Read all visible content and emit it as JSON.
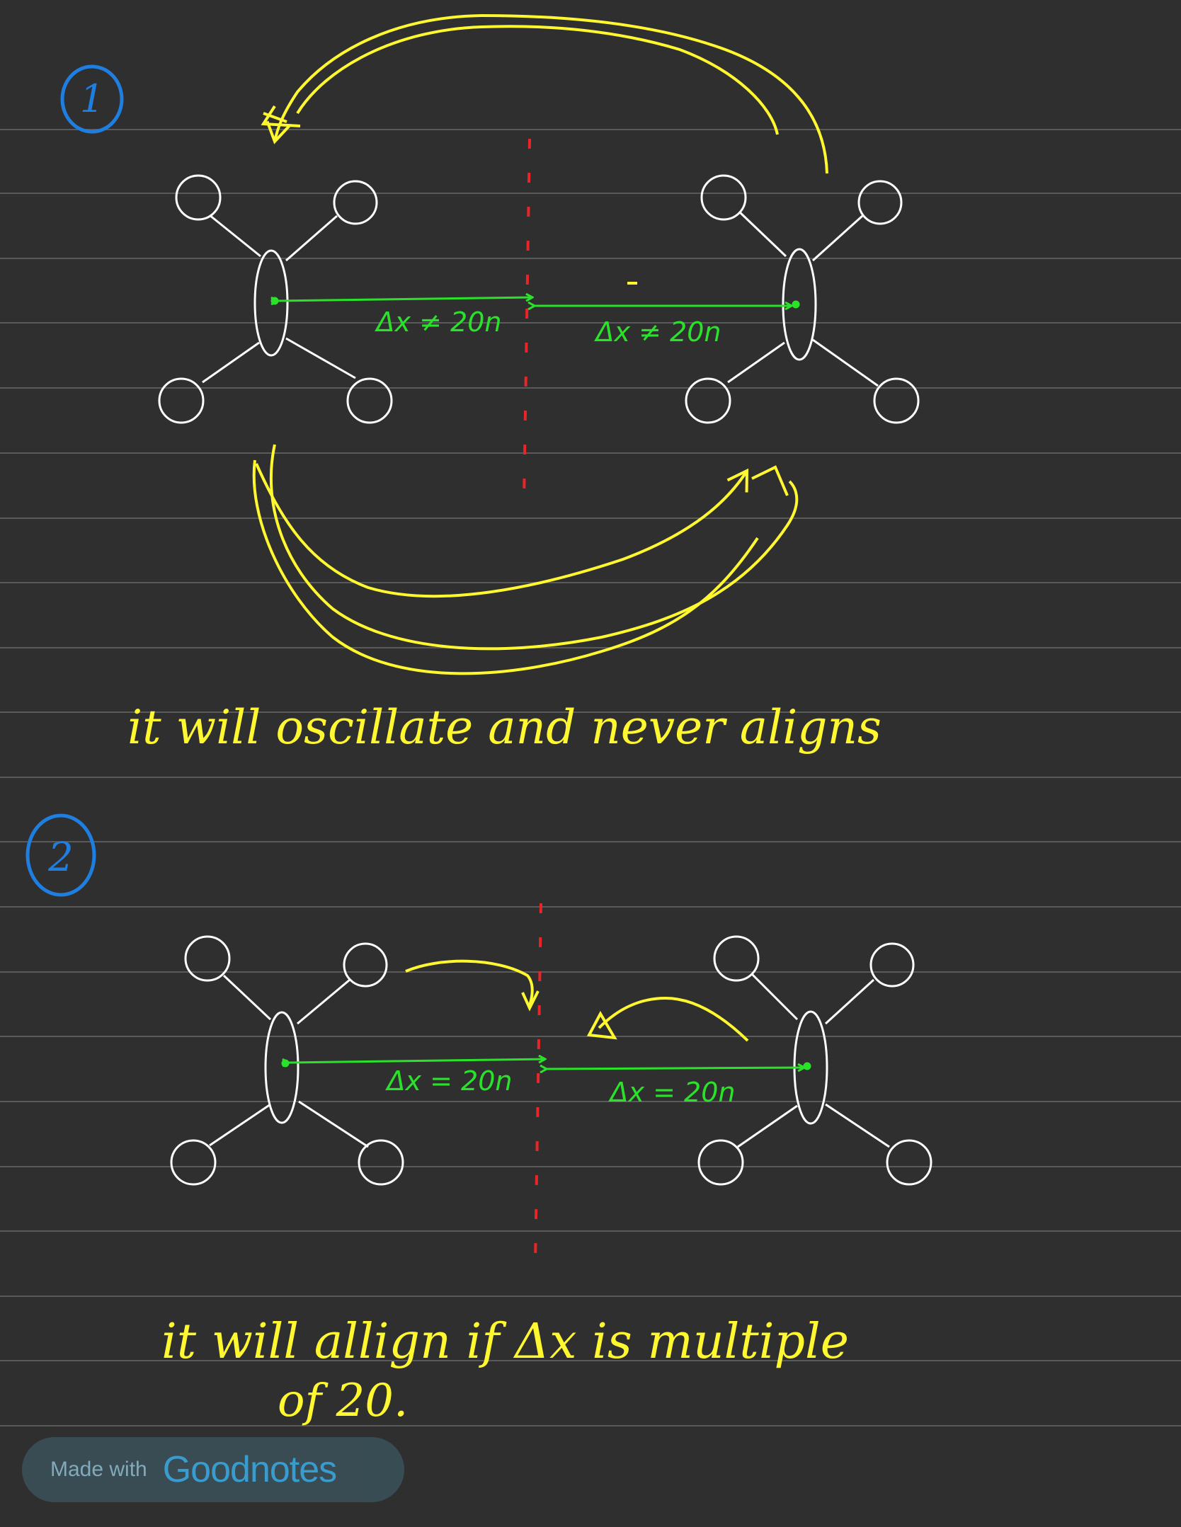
{
  "section_1": {
    "marker": "1",
    "label_left": "Δx ≠ 20n",
    "label_right": "Δx ≠ 20n",
    "caption": "it will oscillate and never aligns"
  },
  "section_2": {
    "marker": "2",
    "label_left": "Δx = 20n",
    "label_right": "Δx = 20n",
    "caption_line_1": "it will allign if Δx is multiple",
    "caption_line_2": "of 20."
  },
  "watermark": {
    "prefix": "Made with",
    "brand": "Goodnotes"
  },
  "colors": {
    "background": "#2f2f2f",
    "rule_line": "#5a5a5a",
    "ink_white": "#ffffff",
    "ink_yellow": "#fff830",
    "ink_green": "#2be22b",
    "ink_red": "#e8262a",
    "ink_blue": "#1f7fe0"
  }
}
